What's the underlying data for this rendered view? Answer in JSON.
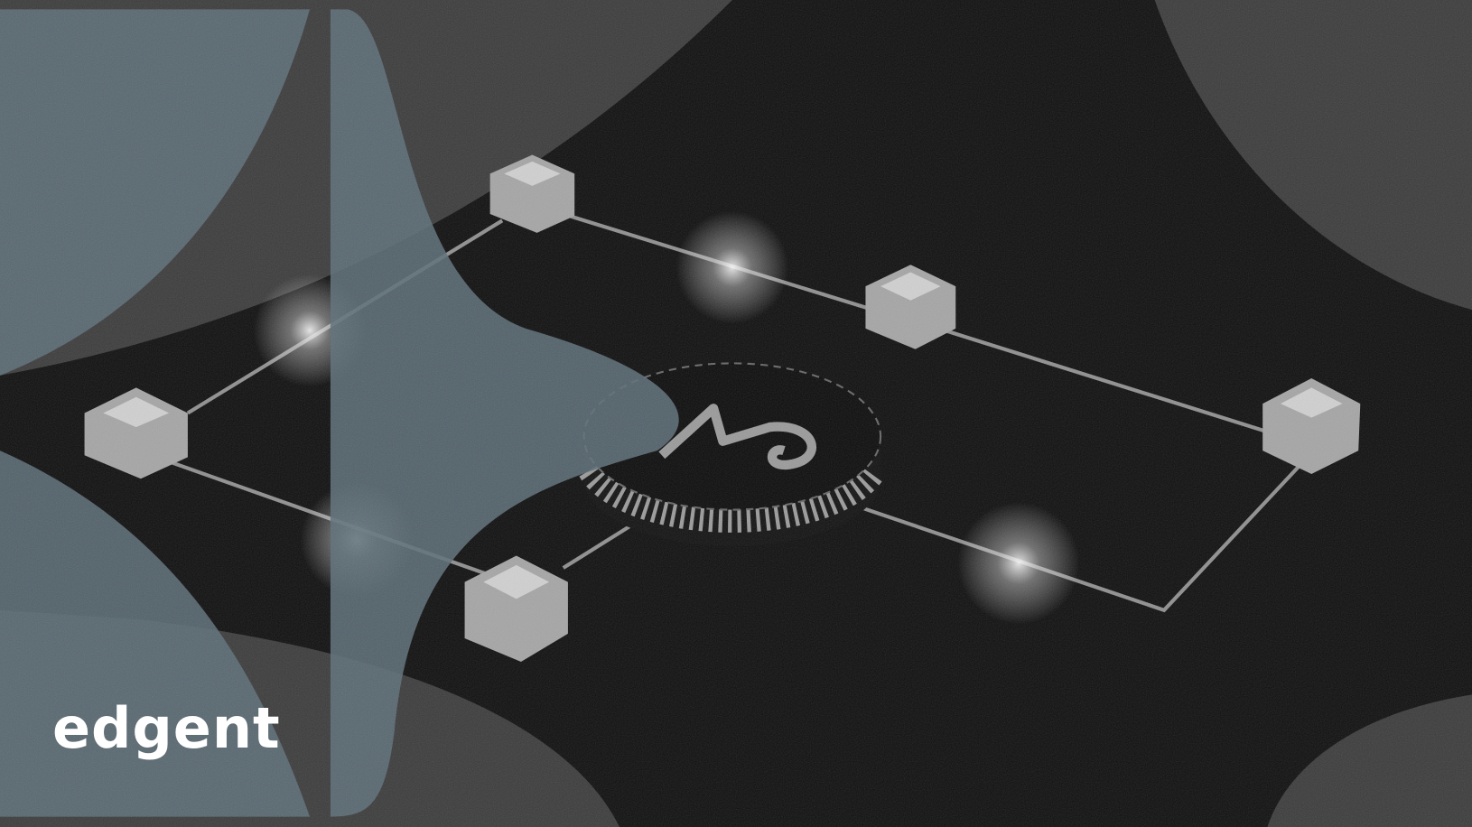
{
  "brand": {
    "logo_text": "edgent"
  },
  "colors": {
    "background": "#3b3b3b",
    "field": "#0e0e0e",
    "overlay": "#5c6d78",
    "cube": "#a9a9a9",
    "glow": "#ffffff"
  },
  "icons": {
    "coin": "blockchain-coin-symbol",
    "nodes": "network-node-cubes"
  }
}
